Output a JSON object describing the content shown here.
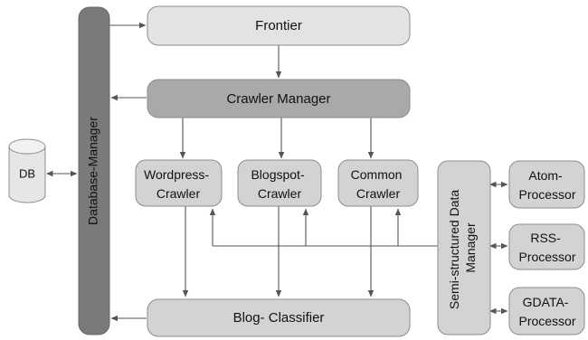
{
  "nodes": {
    "database_manager": "Database-Manager",
    "db": "DB",
    "frontier": "Frontier",
    "crawler_manager": "Crawler Manager",
    "wordpress_crawler": [
      "Wordpress-",
      "Crawler"
    ],
    "blogspot_crawler": [
      "Blogspot-",
      "Crawler"
    ],
    "common_crawler": [
      "Common",
      "Crawler"
    ],
    "semi_structured_manager": [
      "Semi-structured Data",
      "Manager"
    ],
    "atom_processor": [
      "Atom-",
      "Processor"
    ],
    "rss_processor": [
      "RSS-",
      "Processor"
    ],
    "gdata_processor": [
      "GDATA-",
      "Processor"
    ],
    "blog_classifier": "Blog- Classifier"
  },
  "colors": {
    "light_fill": "#e3e3e3",
    "mid_fill": "#d3d3d3",
    "dark_fill": "#a9a9a9",
    "db_manager_fill": "#7a7a7a",
    "stroke": "#8c8c8c",
    "arrow": "#555555"
  }
}
